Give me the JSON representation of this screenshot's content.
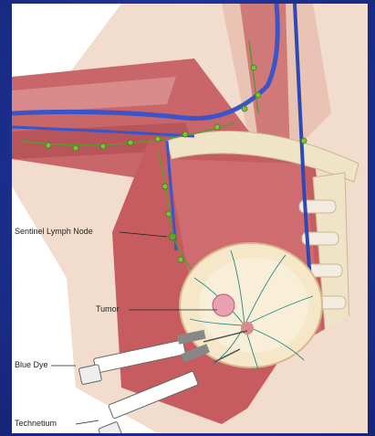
{
  "labels": {
    "sentinel": "Sentinel Lymph Node",
    "tumor": "Tumor",
    "blue_dye": "Blue Dye",
    "technetium": "Technetium"
  },
  "colors": {
    "background": "#1b2f8f",
    "muscle": "#c9666a",
    "skin": "#f2dccd",
    "bone": "#efe3c8",
    "vein": "#3b55c8",
    "lymph_node": "#7fbf3a",
    "breast_tissue": "#f6e7c9"
  }
}
